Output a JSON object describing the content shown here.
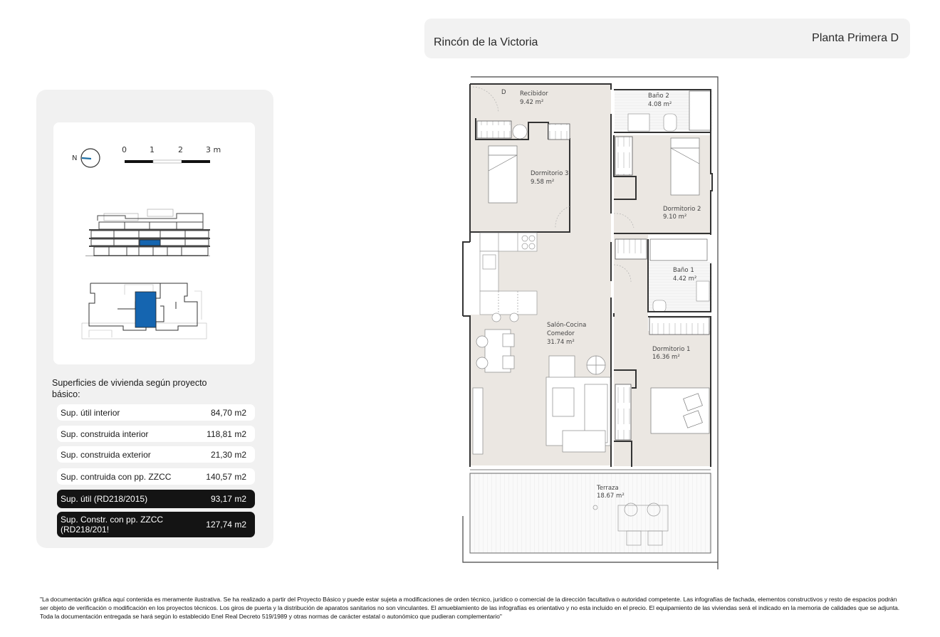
{
  "header": {
    "location": "Rincón de la Victoria",
    "plan_name": "Planta Primera D"
  },
  "key_plan": {
    "compass_label": "N",
    "scale": {
      "ticks": [
        "0",
        "1",
        "2",
        "3 m"
      ]
    },
    "highlight_color": "#1565b0"
  },
  "surfaces": {
    "title": "Superficies de vivienda según proyecto básico:",
    "rows": [
      {
        "label": "Sup. útil interior",
        "value": "84,70 m2",
        "style": "light"
      },
      {
        "label": "Sup. construida interior",
        "value": "118,81 m2",
        "style": "light"
      },
      {
        "label": "Sup. construida exterior",
        "value": "21,30 m2",
        "style": "light"
      },
      {
        "label": "Sup. contruida con pp. ZZCC",
        "value": "140,57 m2",
        "style": "light"
      },
      {
        "label": "Sup. útil (RD218/2015)",
        "value": "93,17 m2",
        "style": "dark"
      },
      {
        "label": "Sup. Constr. con pp. ZZCC (RD218/201!",
        "value": "127,74 m2",
        "style": "dark"
      }
    ]
  },
  "floor_plan": {
    "entrance_marker": "D",
    "rooms": [
      {
        "name": "Recibidor",
        "area": "9.42 m²"
      },
      {
        "name": "Baño 2",
        "area": "4.08 m²"
      },
      {
        "name": "Dormitorio 3",
        "area": "9.58 m²"
      },
      {
        "name": "Dormitorio 2",
        "area": "9.10 m²"
      },
      {
        "name": "Baño 1",
        "area": "4.42 m²"
      },
      {
        "name": "Salón-Cocina",
        "name2": "Comedor",
        "area": "31.74 m²"
      },
      {
        "name": "Dormitorio 1",
        "area": "16.36 m²"
      },
      {
        "name": "Terraza",
        "area": "18.67 m²"
      }
    ],
    "colors": {
      "floor": "#ebe7e2",
      "wall": "#3a3a3a",
      "terrace": "#f7f7f7"
    }
  },
  "disclaimer": "\"La documentación gráfica aquí contenida es meramente ilustrativa. Se ha realizado a partir del Proyecto Básico y puede estar sujeta a modificaciones de orden técnico, jurídico o comercial de la dirección facultativa o autoridad competente. Las infografías de fachada, elementos constructivos y resto de espacios podrán ser objeto de verificación o modificación en los proyectos técnicos. Los giros de puerta y la distribución de aparatos sanitarios no son vinculantes. El amueblamiento de las infografías es orientativo y no esta incluido en el precio. El equipamiento de las viviendas será el indicado en la memoria de calidades que se adjunta. Toda la documentación entregada se hará según lo establecido Enel Real Decreto 519/1989 y otras normas de carácter estatal o autonómico que pudieran complementario\""
}
